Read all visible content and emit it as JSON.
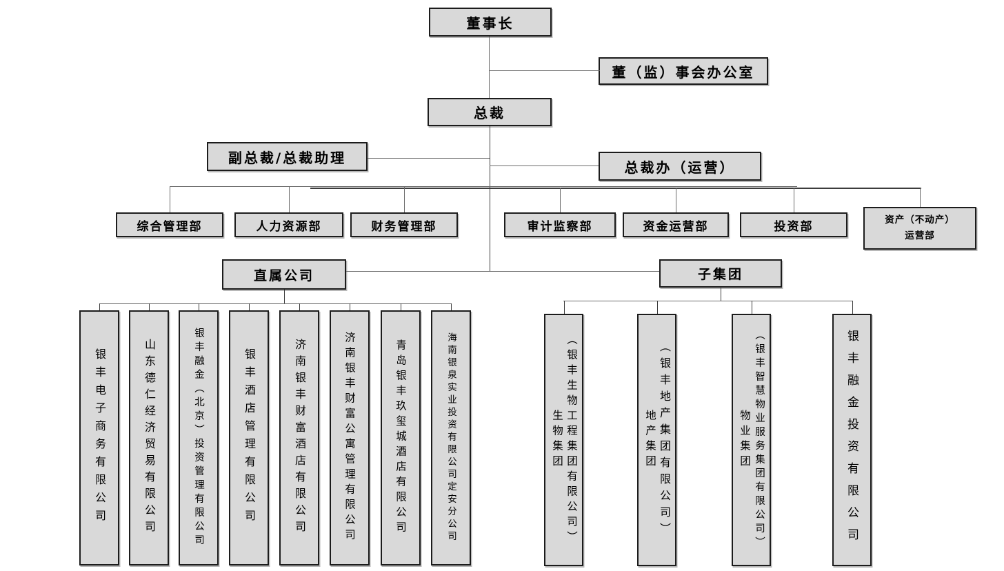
{
  "nodes": {
    "chairman": "董事长",
    "board_office": "董（监）事会办公室",
    "president": "总裁",
    "vp": "副总裁/总裁助理",
    "president_office": "总裁办（运营）",
    "direct_companies_label": "直属公司",
    "subgroups_label": "子集团"
  },
  "departments": [
    {
      "label": "综合管理部"
    },
    {
      "label": "人力资源部"
    },
    {
      "label": "财务管理部"
    },
    {
      "label": "审计监察部"
    },
    {
      "label": "资金运营部"
    },
    {
      "label": "投资部"
    },
    {
      "label": "资产（不动产）\n运营部"
    }
  ],
  "direct_companies": [
    {
      "name": "银丰电子商务有限公司"
    },
    {
      "name": "山东德仁经济贸易有限公司"
    },
    {
      "name": "银丰融金（北京）投资管理有限公司"
    },
    {
      "name": "银丰酒店管理有限公司"
    },
    {
      "name": "济南银丰财富酒店有限公司"
    },
    {
      "name": "济南银丰财富公寓管理有限公司"
    },
    {
      "name": "青岛银丰玖玺城酒店有限公司"
    },
    {
      "name": "海南银泉实业投资有限公司定安分公司"
    }
  ],
  "subgroups": [
    {
      "legal": "（银丰生物工程集团有限公司）",
      "short": "生物集团"
    },
    {
      "legal": "（银丰地产集团有限公司）",
      "short": "地产集团"
    },
    {
      "legal": "（银丰智慧物业服务集团有限公司）",
      "short": "物业集团"
    },
    {
      "name": "银丰融金投资有限公司"
    }
  ],
  "colors": {
    "background": "#ffffff",
    "box_fill": "#d9d9d9",
    "box_border": "#1c1c1c",
    "connector": "#6a6a6a",
    "connector_dark": "#3c3c3c",
    "text": "#000000"
  }
}
